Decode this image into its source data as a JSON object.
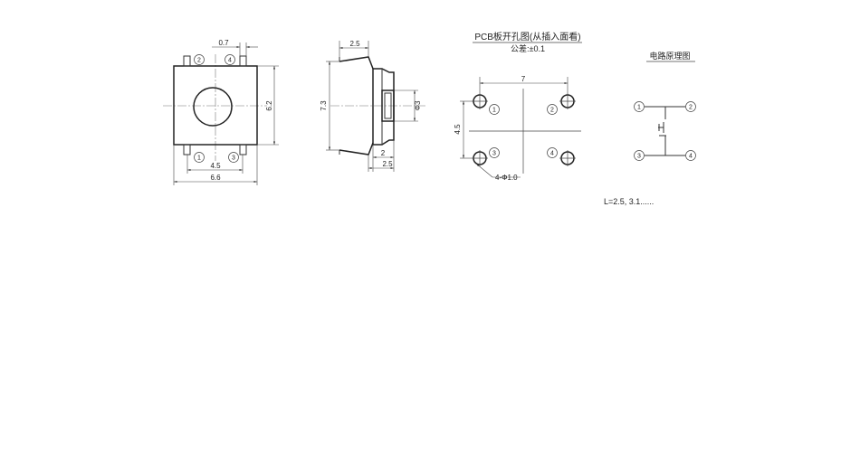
{
  "dimensions": {
    "top_pin_spacing": "0.7",
    "bottom_pin_spacing": "4.5",
    "body_width": "6.6",
    "body_height": "6.2",
    "actuator_length": "2.5",
    "body_side_height": "7.3",
    "actuator_diameter": "Φ3",
    "side_body_depth": "2",
    "side_pin_offset": "2.5",
    "hole_pitch_x": "7",
    "hole_pitch_y": "4.5",
    "hole_spec": "4-Φ1.0"
  },
  "pins": {
    "p1": "1",
    "p2": "2",
    "p3": "3",
    "p4": "4"
  },
  "pcb": {
    "title": "PCB板开孔图(从插入面看)",
    "tolerance": "公差:±0.1"
  },
  "circuit": {
    "title": "电路原理图"
  },
  "note": {
    "length_options": "L=2.5, 3.1......"
  }
}
